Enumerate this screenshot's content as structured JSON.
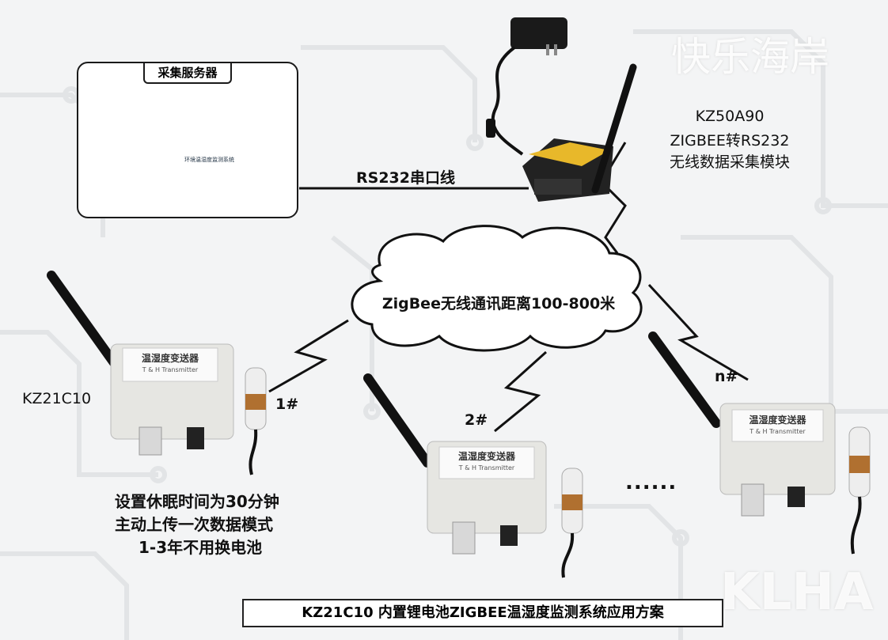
{
  "server": {
    "title": "采集服务器",
    "screen_caption": "环境温湿度监测系统"
  },
  "serial_link": "RS232串口线",
  "module": {
    "model": "KZ50A90",
    "line2": "ZIGBEE转RS232",
    "line3": "无线数据采集模块"
  },
  "cloud": "ZigBee无线通讯距离100-800米",
  "sensors": [
    {
      "id": "1#",
      "label": "温湿度变送器",
      "sub": "T & H Transmitter"
    },
    {
      "id": "2#",
      "label": "温湿度变送器",
      "sub": "T & H Transmitter"
    },
    {
      "id": "n#",
      "label": "温湿度变送器",
      "sub": "T & H Transmitter"
    }
  ],
  "sensor_model": "KZ21C10",
  "notes": [
    "设置休眠时间为30分钟",
    "主动上传一次数据模式",
    "1-3年不用换电池"
  ],
  "ellipsis": "......",
  "caption": "KZ21C10 内置锂电池ZIGBEE温湿度监测系统应用方案",
  "watermarks": [
    "快乐海岸",
    "KLHA"
  ],
  "colors": {
    "background": "#f3f4f5",
    "line": "#111111",
    "device_body": "#e6e6e2",
    "screen_green": "#3aa84a"
  }
}
